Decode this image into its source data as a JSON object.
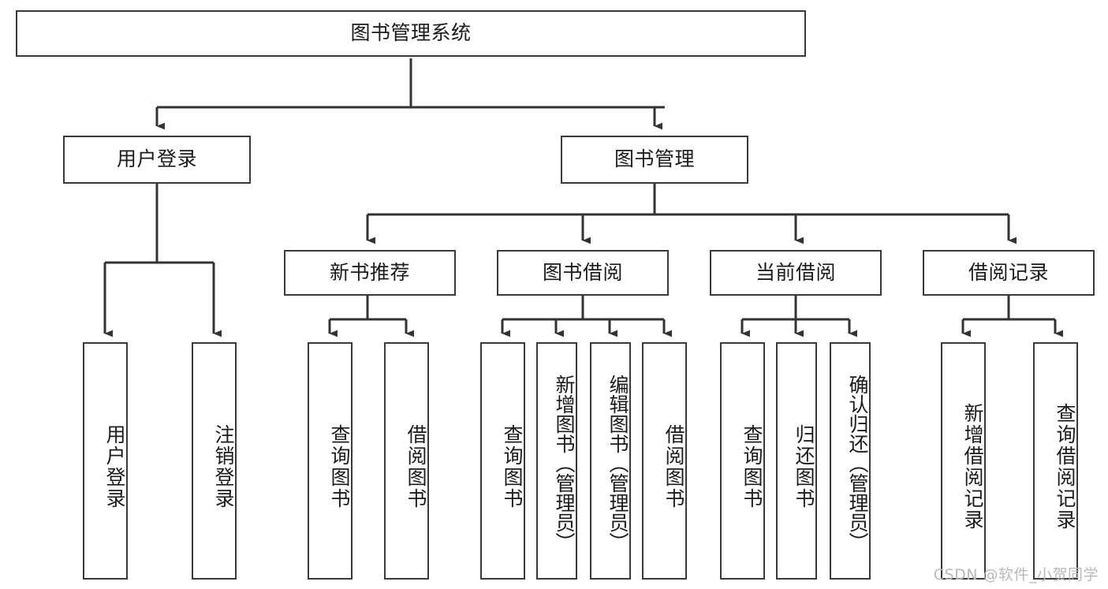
{
  "diagram": {
    "title": "图书管理系统",
    "type": "tree-hierarchy-chart",
    "root": {
      "id": "root",
      "label": "图书管理系统"
    },
    "level2": [
      {
        "id": "user-login",
        "label": "用户登录"
      },
      {
        "id": "book-manage",
        "label": "图书管理"
      }
    ],
    "level3": [
      {
        "id": "new-book-rec",
        "label": "新书推荐",
        "parent": "book-manage"
      },
      {
        "id": "book-borrow",
        "label": "图书借阅",
        "parent": "book-manage"
      },
      {
        "id": "current-borrow",
        "label": "当前借阅",
        "parent": "book-manage"
      },
      {
        "id": "borrow-record",
        "label": "借阅记录",
        "parent": "book-manage"
      }
    ],
    "leaves": [
      {
        "id": "leaf-user-login",
        "label": "用户登录",
        "parent": "user-login"
      },
      {
        "id": "leaf-logout",
        "label": "注销登录",
        "parent": "user-login"
      },
      {
        "id": "leaf-query-book-1",
        "label": "查询图书",
        "parent": "new-book-rec"
      },
      {
        "id": "leaf-borrow-book-1",
        "label": "借阅图书",
        "parent": "new-book-rec"
      },
      {
        "id": "leaf-query-book-2",
        "label": "查询图书",
        "parent": "book-borrow"
      },
      {
        "id": "leaf-add-book",
        "label": "新增图书（管理员）",
        "parent": "book-borrow"
      },
      {
        "id": "leaf-edit-book",
        "label": "编辑图书（管理员）",
        "parent": "book-borrow"
      },
      {
        "id": "leaf-borrow-book-2",
        "label": "借阅图书",
        "parent": "book-borrow"
      },
      {
        "id": "leaf-query-book-3",
        "label": "查询图书",
        "parent": "current-borrow"
      },
      {
        "id": "leaf-return-book",
        "label": "归还图书",
        "parent": "current-borrow"
      },
      {
        "id": "leaf-confirm-return",
        "label": "确认归还（管理员）",
        "parent": "current-borrow"
      },
      {
        "id": "leaf-add-record",
        "label": "新增借阅记录",
        "parent": "borrow-record"
      },
      {
        "id": "leaf-query-record",
        "label": "查询借阅记录",
        "parent": "borrow-record"
      }
    ],
    "colors": {
      "border": "#3a3a3a",
      "background": "#ffffff",
      "text": "#1b1b1b",
      "connector": "#333333",
      "watermark": "#b9b9b9"
    }
  },
  "watermark": {
    "text": "CSDN @软件_小贺同学"
  }
}
